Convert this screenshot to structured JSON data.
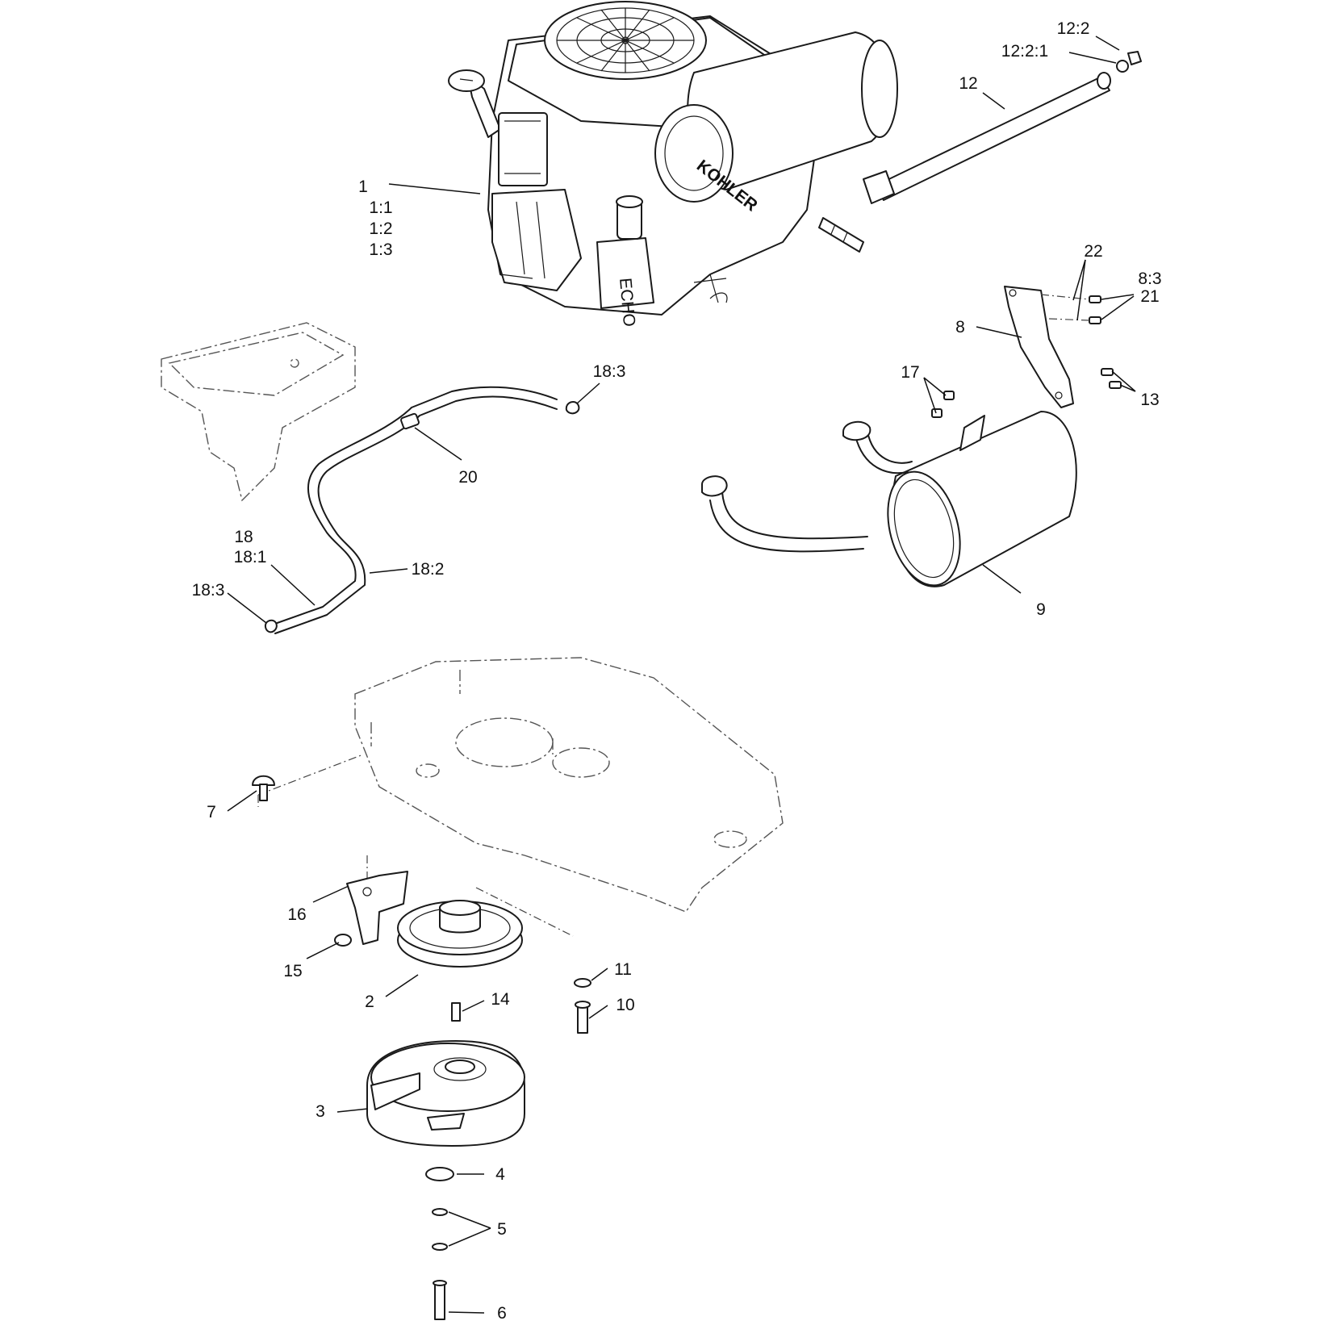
{
  "diagram": {
    "labels": {
      "l1": "1",
      "l1_1": "1:1",
      "l1_2": "1:2",
      "l1_3": "1:3",
      "l12_2": "12:2",
      "l12_2_1": "12:2:1",
      "l12": "12",
      "l22": "22",
      "l8_3": "8:3",
      "l21": "21",
      "l8": "8",
      "l17": "17",
      "l13": "13",
      "l18_3_top": "18:3",
      "l20": "20",
      "l18": "18",
      "l18_1": "18:1",
      "l18_2": "18:2",
      "l18_3_bot": "18:3",
      "l9": "9",
      "l7": "7",
      "l16": "16",
      "l15": "15",
      "l11": "11",
      "l2": "2",
      "l14": "14",
      "l10": "10",
      "l3": "3",
      "l4": "4",
      "l5": "5",
      "l6": "6"
    },
    "engine_brand": "KOHLER",
    "engine_model": "ECHO"
  }
}
